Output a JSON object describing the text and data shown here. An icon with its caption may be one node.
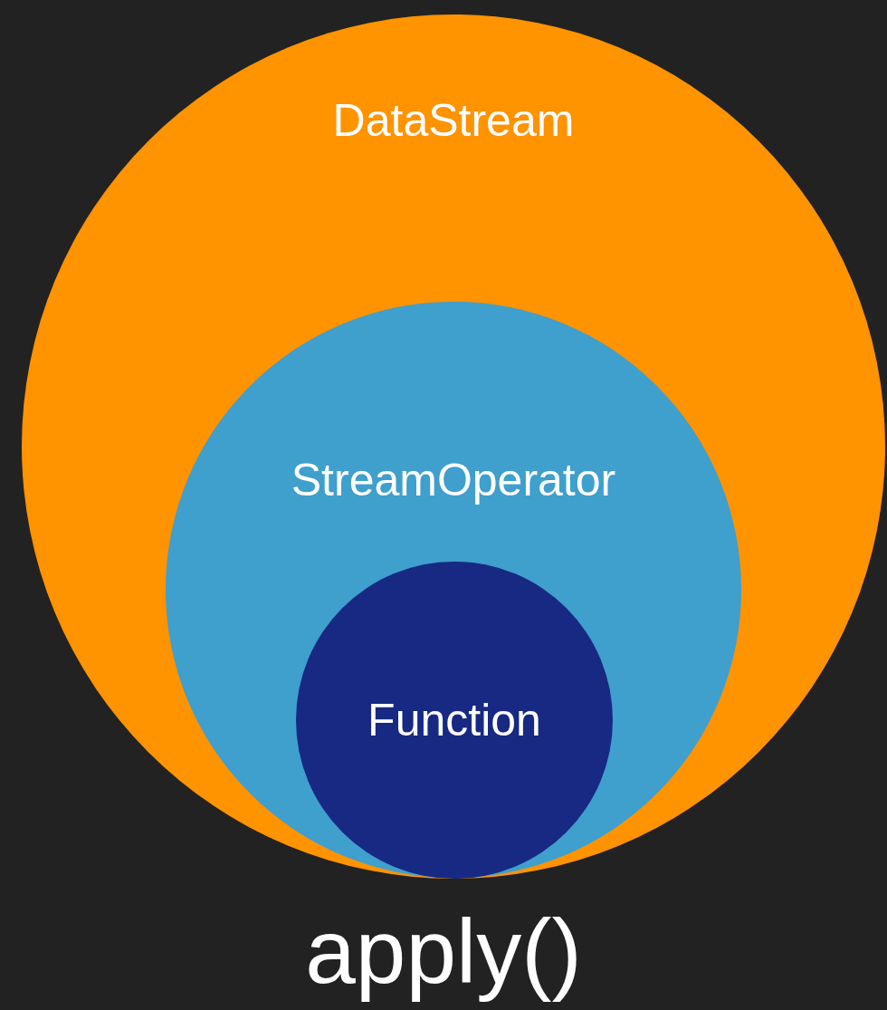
{
  "diagram": {
    "caption": "apply()",
    "nodes": [
      {
        "text": [
          "DataStream"
        ]
      },
      {
        "text": [
          "StreamOperator"
        ],
        "in": 0
      },
      {
        "text": [
          "Function"
        ],
        "in": 1
      }
    ]
  }
}
